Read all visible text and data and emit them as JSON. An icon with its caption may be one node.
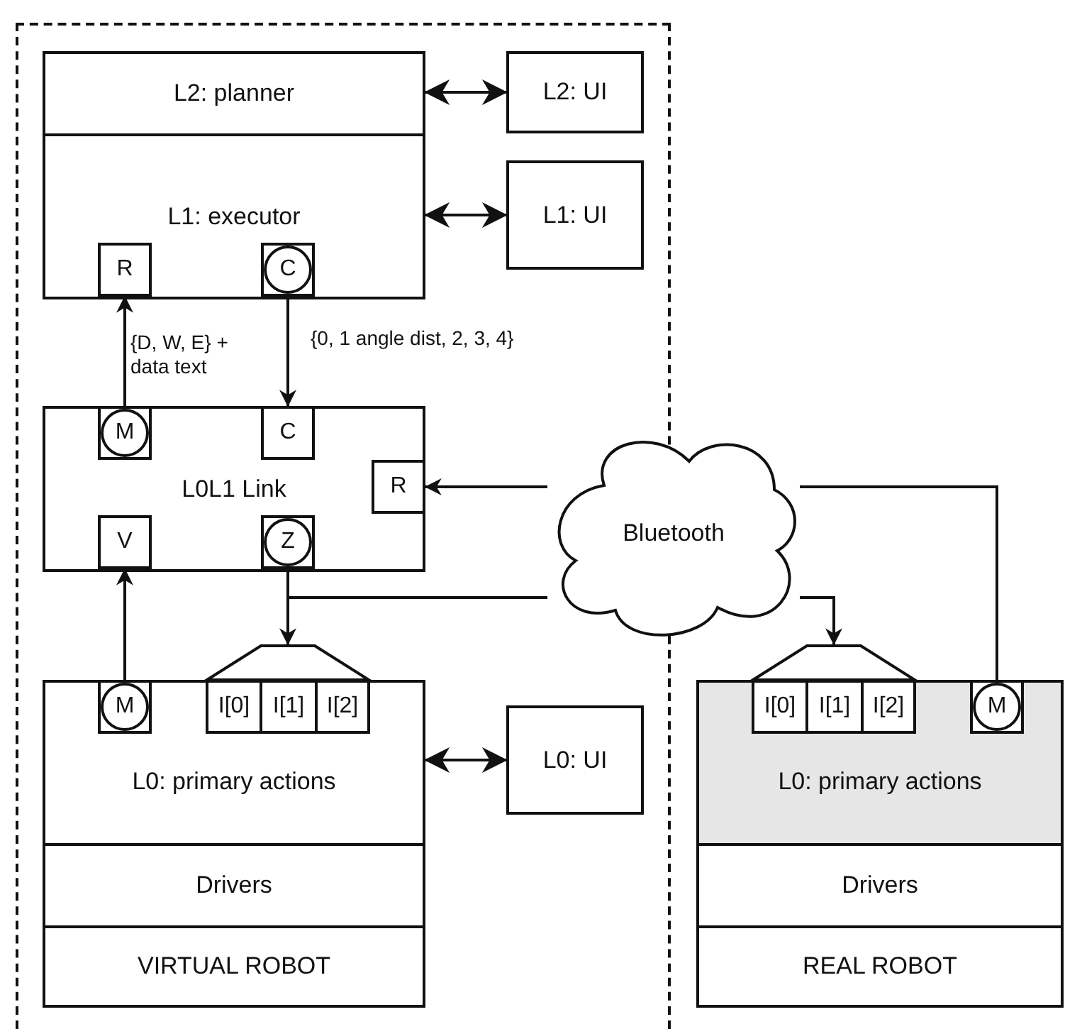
{
  "diagram": {
    "nodes": [
      {
        "text": [],
        "shape": "box"
      },
      {
        "text": [
          "L2: planner"
        ],
        "in": 0
      },
      {
        "text": [
          "L1: executor"
        ],
        "in": 0
      },
      {
        "text": [
          "R"
        ],
        "in": 2
      },
      {
        "text": [
          "C"
        ],
        "in": 2
      },
      {
        "text": [
          "L2: UI"
        ],
        "in": 0
      },
      {
        "text": [
          "L1: UI"
        ],
        "in": 0
      },
      {
        "text": [
          "L0L1 Link"
        ],
        "in": 0
      },
      {
        "text": [
          "M"
        ],
        "in": 7
      },
      {
        "text": [
          "C"
        ],
        "in": 7
      },
      {
        "text": [
          "R"
        ],
        "in": 7
      },
      {
        "text": [
          "V"
        ],
        "in": 7
      },
      {
        "text": [
          "Z"
        ],
        "in": 7
      },
      {
        "text": [
          "Bluetooth"
        ]
      },
      {
        "text": [],
        "shape": "trapezoid",
        "in": 0
      },
      {
        "text": [
          "L0: primary actions"
        ],
        "in": 0
      },
      {
        "text": [
          "M"
        ],
        "in": 15
      },
      {
        "text": [
          "I[0]"
        ],
        "in": 15
      },
      {
        "text": [
          "I[1]"
        ],
        "in": 15
      },
      {
        "text": [
          "I[2]"
        ],
        "in": 15
      },
      {
        "text": [
          "L0: UI"
        ],
        "in": 0
      },
      {
        "text": [
          "Drivers"
        ],
        "in": 0
      },
      {
        "text": [
          "VIRTUAL ROBOT"
        ],
        "in": 0
      },
      {
        "text": [],
        "shape": "trapezoid"
      },
      {
        "text": [
          "L0: primary actions"
        ]
      },
      {
        "text": [
          "I[0]"
        ],
        "in": 24
      },
      {
        "text": [
          "I[1]"
        ],
        "in": 24
      },
      {
        "text": [
          "I[2]"
        ],
        "in": 24
      },
      {
        "text": [
          "M"
        ],
        "in": 24
      },
      {
        "text": [
          "Drivers"
        ]
      },
      {
        "text": [
          "REAL ROBOT"
        ]
      }
    ],
    "edges": [
      {
        "from": 1,
        "to": 5,
        "arrow": "both"
      },
      {
        "from": 2,
        "to": 6,
        "arrow": "both"
      },
      {
        "from": 8,
        "to": 3,
        "arrow": "to",
        "label": "{D, W, E} + data text"
      },
      {
        "from": 4,
        "to": 9,
        "arrow": "to",
        "label": "{0, 1 angle dist, 2, 3, 4}"
      },
      {
        "from": 16,
        "to": 11,
        "arrow": "to"
      },
      {
        "from": 12,
        "to": 14,
        "arrow": "to"
      },
      {
        "from": 12,
        "to": 13,
        "arrow": "none"
      },
      {
        "from": 13,
        "to": 23,
        "arrow": "to"
      },
      {
        "from": 28,
        "to": 13,
        "arrow": "none"
      },
      {
        "from": 13,
        "to": 10,
        "arrow": "to"
      },
      {
        "from": 15,
        "to": 20,
        "arrow": "both"
      }
    ]
  }
}
